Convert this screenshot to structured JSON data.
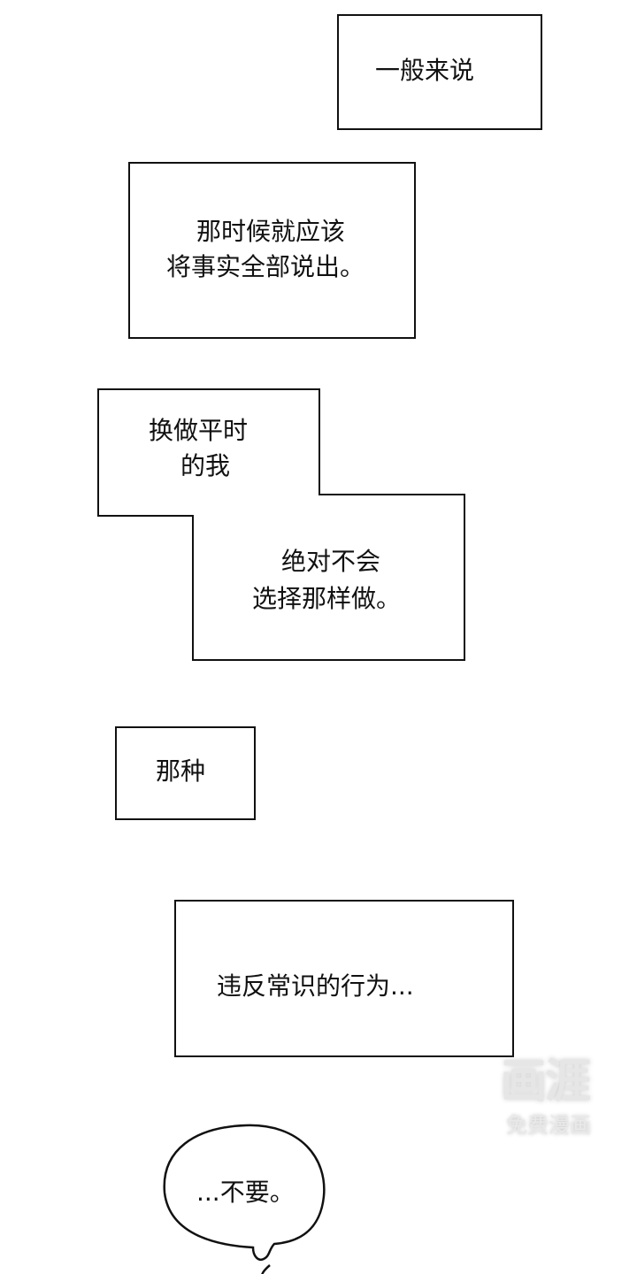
{
  "captions": [
    {
      "lines": [
        "一般来说"
      ]
    },
    {
      "lines": [
        "那时候就应该",
        "将事实全部说出。"
      ]
    },
    {
      "lines": [
        "换做平时",
        "的我"
      ]
    },
    {
      "lines": [
        "绝对不会",
        "选择那样做。"
      ]
    },
    {
      "lines": [
        "那种"
      ]
    },
    {
      "lines": [
        "违反常识的行为..."
      ]
    }
  ],
  "speech_bubble": {
    "text": "...不要。"
  },
  "watermark": {
    "logo": "画涯",
    "tagline": "免费漫画"
  }
}
